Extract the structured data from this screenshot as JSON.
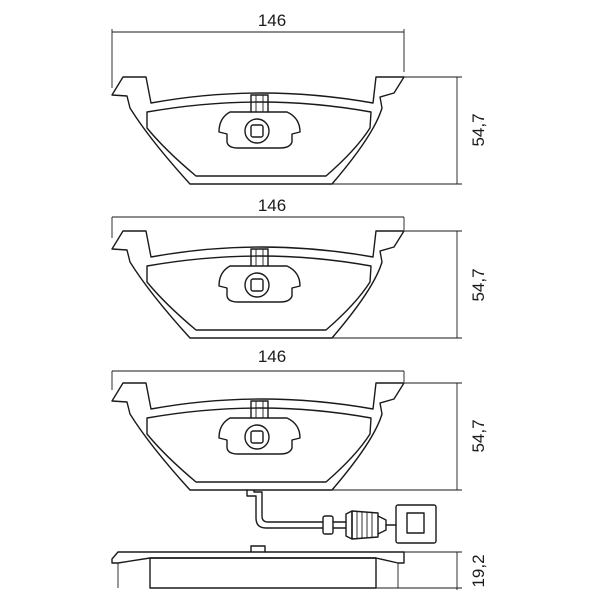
{
  "dimensions": {
    "pad_top_width": "146",
    "pad_top_height": "54,7",
    "pad_middle_width": "146",
    "pad_middle_height": "54,7",
    "pad_bottom_width": "146",
    "pad_bottom_height": "54,7",
    "side_view_thickness": "19,2"
  }
}
